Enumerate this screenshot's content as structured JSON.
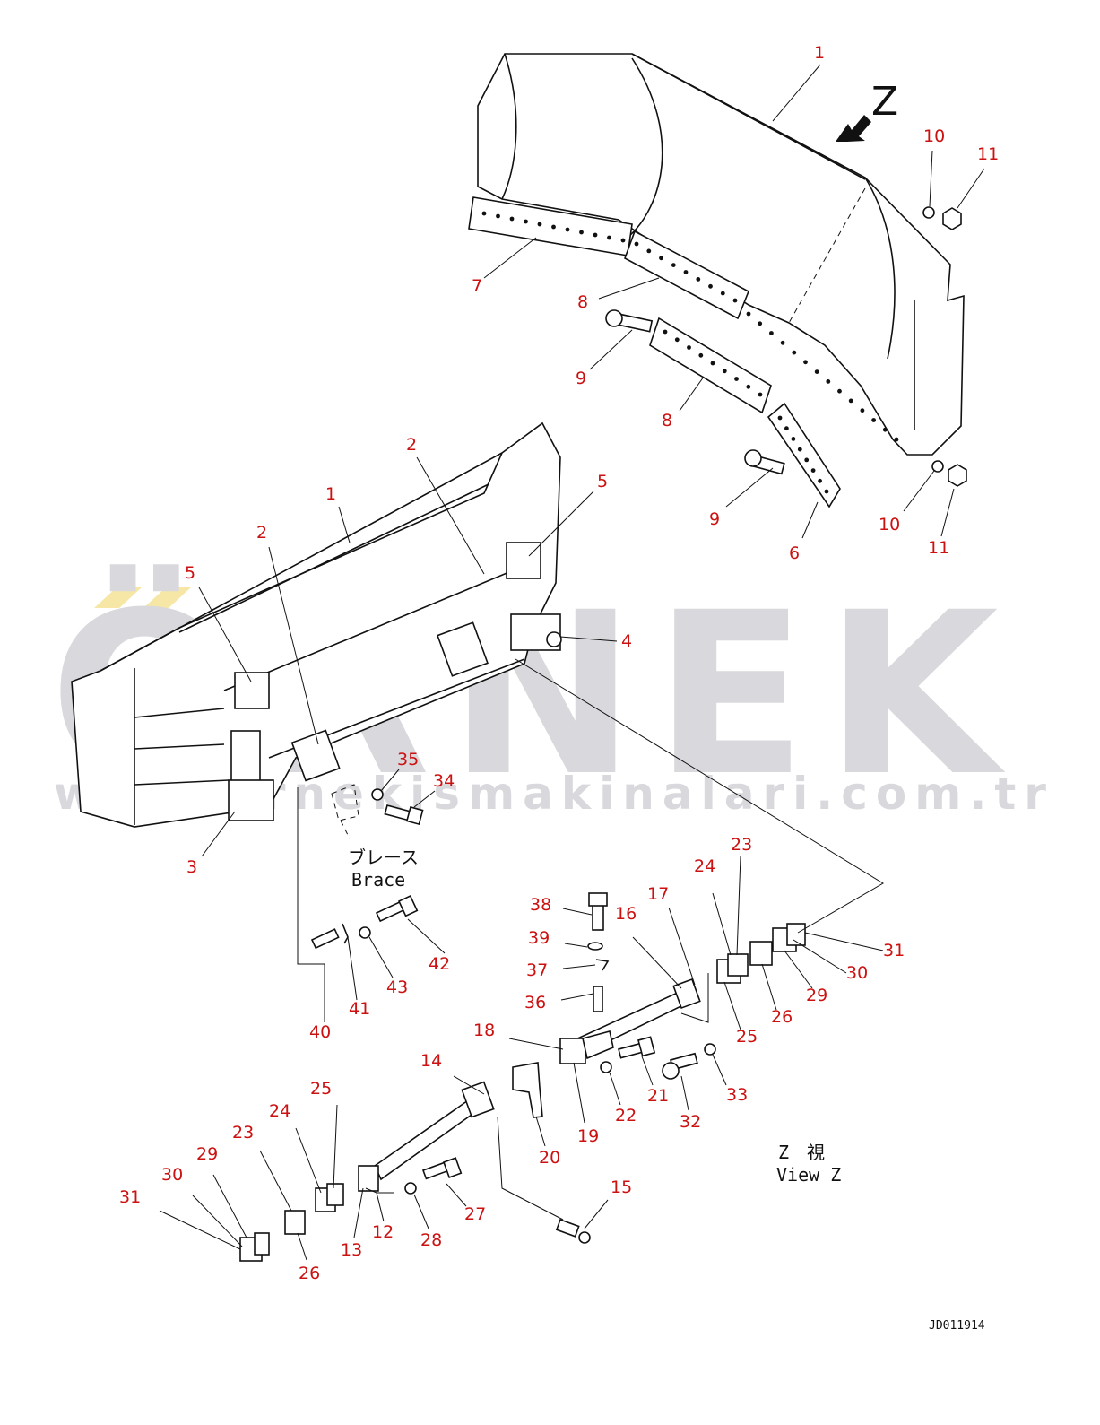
{
  "watermark": {
    "brand": "ÖRNEK",
    "url": "www.ornekismakinalari.com.tr",
    "accent_color": "#f6e7a6",
    "text_color": "#d9d8dc"
  },
  "view_marker": {
    "letter": "Z",
    "caption_jp": "Z　視",
    "caption_en": "View Z"
  },
  "brace_label": {
    "jp": "ブレース",
    "en": "Brace"
  },
  "drawing_code": "JD011914",
  "callouts": [
    {
      "id": "c1a",
      "label": "1"
    },
    {
      "id": "c10a",
      "label": "10"
    },
    {
      "id": "c11a",
      "label": "11"
    },
    {
      "id": "c7",
      "label": "7"
    },
    {
      "id": "c8a",
      "label": "8"
    },
    {
      "id": "c9a",
      "label": "9"
    },
    {
      "id": "c8b",
      "label": "8"
    },
    {
      "id": "c9b",
      "label": "9"
    },
    {
      "id": "c6",
      "label": "6"
    },
    {
      "id": "c10b",
      "label": "10"
    },
    {
      "id": "c11b",
      "label": "11"
    },
    {
      "id": "c2a",
      "label": "2"
    },
    {
      "id": "c1b",
      "label": "1"
    },
    {
      "id": "c5a",
      "label": "5"
    },
    {
      "id": "c2b",
      "label": "2"
    },
    {
      "id": "c5b",
      "label": "5"
    },
    {
      "id": "c4",
      "label": "4"
    },
    {
      "id": "c3",
      "label": "3"
    },
    {
      "id": "c35",
      "label": "35"
    },
    {
      "id": "c34",
      "label": "34"
    },
    {
      "id": "c38",
      "label": "38"
    },
    {
      "id": "c16",
      "label": "16"
    },
    {
      "id": "c17",
      "label": "17"
    },
    {
      "id": "c39",
      "label": "39"
    },
    {
      "id": "c37",
      "label": "37"
    },
    {
      "id": "c36",
      "label": "36"
    },
    {
      "id": "c23a",
      "label": "23"
    },
    {
      "id": "c24a",
      "label": "24"
    },
    {
      "id": "c31a",
      "label": "31"
    },
    {
      "id": "c30a",
      "label": "30"
    },
    {
      "id": "c29a",
      "label": "29"
    },
    {
      "id": "c26a",
      "label": "26"
    },
    {
      "id": "c25a",
      "label": "25"
    },
    {
      "id": "c42",
      "label": "42"
    },
    {
      "id": "c43",
      "label": "43"
    },
    {
      "id": "c41",
      "label": "41"
    },
    {
      "id": "c40",
      "label": "40"
    },
    {
      "id": "c18",
      "label": "18"
    },
    {
      "id": "c19",
      "label": "19"
    },
    {
      "id": "c22",
      "label": "22"
    },
    {
      "id": "c21",
      "label": "21"
    },
    {
      "id": "c32",
      "label": "32"
    },
    {
      "id": "c33",
      "label": "33"
    },
    {
      "id": "c14",
      "label": "14"
    },
    {
      "id": "c20",
      "label": "20"
    },
    {
      "id": "c15",
      "label": "15"
    },
    {
      "id": "c25b",
      "label": "25"
    },
    {
      "id": "c24b",
      "label": "24"
    },
    {
      "id": "c23b",
      "label": "23"
    },
    {
      "id": "c29b",
      "label": "29"
    },
    {
      "id": "c30b",
      "label": "30"
    },
    {
      "id": "c31b",
      "label": "31"
    },
    {
      "id": "c26b",
      "label": "26"
    },
    {
      "id": "c13",
      "label": "13"
    },
    {
      "id": "c12",
      "label": "12"
    },
    {
      "id": "c28",
      "label": "28"
    },
    {
      "id": "c27",
      "label": "27"
    }
  ]
}
